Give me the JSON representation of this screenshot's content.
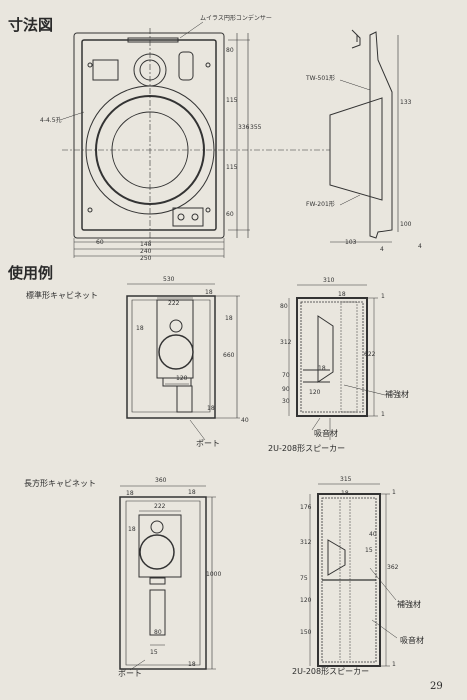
{
  "section_dimensions": "寸法図",
  "section_usage": "使用例",
  "cabinet_standard": "標準形キャビネット",
  "cabinet_tall": "長方形キャビネット",
  "page_number": "29",
  "speaker_caption_1": "2U-208形スピーカー",
  "speaker_caption_2": "2U-208形スピーカー",
  "fig1": {
    "capacitor_label": "ムイラス円形コンデンサー",
    "tw501_label": "TW-501形",
    "fw201_label": "FW-201形",
    "hole_label": "4-4.5孔",
    "nums": {
      "n60": "60",
      "n148": "148",
      "n240": "240",
      "n250": "250",
      "n80": "80",
      "n115": "115",
      "n115b": "115",
      "n60b": "60",
      "n336": "336",
      "n355": "355",
      "n103": "103",
      "n133": "133",
      "n100": "100",
      "n4": "4",
      "n4r": "4"
    }
  },
  "fig2": {
    "port_label": "ポート",
    "absorber_label": "吸音材",
    "reinforce_label": "補強材",
    "nums": {
      "n530": "530",
      "n222": "222",
      "n18a": "18",
      "n18b": "18",
      "n18c": "18",
      "n18d": "18",
      "n660": "660",
      "n120": "120",
      "n40": "40",
      "n310": "310",
      "n80": "80",
      "n312": "312",
      "n622": "622",
      "n70": "70",
      "n90": "90",
      "n30": "30",
      "n18e": "18",
      "n18f": "18",
      "n120b": "120",
      "n1a": "1",
      "n1b": "1"
    }
  },
  "fig3": {
    "port_label": "ポート",
    "absorber_label": "吸音材",
    "reinforce_label": "補強材",
    "nums": {
      "n360": "360",
      "n18a": "18",
      "n18b": "18",
      "n18c": "18",
      "n222": "222",
      "n1000": "1000",
      "n80": "80",
      "n15": "15",
      "n315": "315",
      "n176": "176",
      "n312": "312",
      "n362": "362",
      "n75": "75",
      "n120": "120",
      "n15b": "15",
      "n150": "150",
      "n1a": "1",
      "n1b": "1",
      "n40": "40",
      "n18d": "18",
      "n18e": "18"
    }
  }
}
